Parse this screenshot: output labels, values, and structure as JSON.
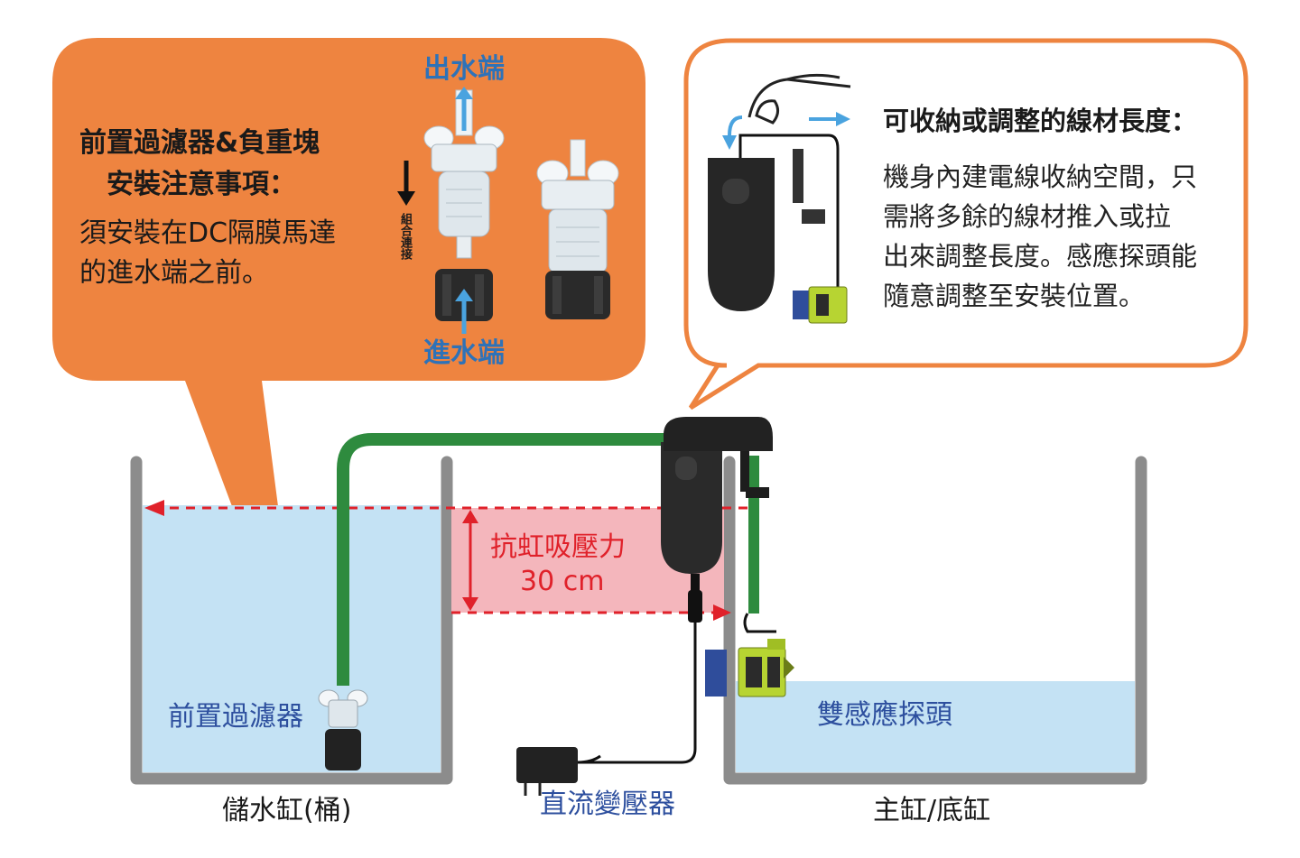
{
  "left_callout": {
    "title_line1": "前置過濾器&負重塊",
    "title_line2": "安裝注意事項：",
    "body_line1": "須安裝在DC隔膜馬達",
    "body_line2": "的進水端之前。",
    "outlet_label": "出水端",
    "inlet_label": "進水端",
    "assembly_label": "組合連接"
  },
  "right_callout": {
    "title": "可收納或調整的線材長度：",
    "body_lines": [
      "機身內建電線收納空間，只",
      "需將多餘的線材推入或拉",
      "出來調整長度。感應探頭能",
      "隨意調整至安裝位置。"
    ]
  },
  "diagram": {
    "prefilter_label": "前置過濾器",
    "siphon_label_line1": "抗虹吸壓力",
    "siphon_label_line2": "30 cm",
    "sensor_label": "雙感應探頭",
    "reservoir_label": "儲水缸(桶)",
    "adapter_label": "直流變壓器",
    "main_tank_label": "主缸/底缸"
  },
  "colors": {
    "callout_orange": "#ee8440",
    "water_blue": "#c4e2f4",
    "tube_green": "#2e8b3e",
    "siphon_red": "#e0212a",
    "siphon_band": "#f4b6bc",
    "tank_gray": "#8c8c8c",
    "arrow_blue": "#4aa3df",
    "sensor_green": "#b7d432"
  }
}
